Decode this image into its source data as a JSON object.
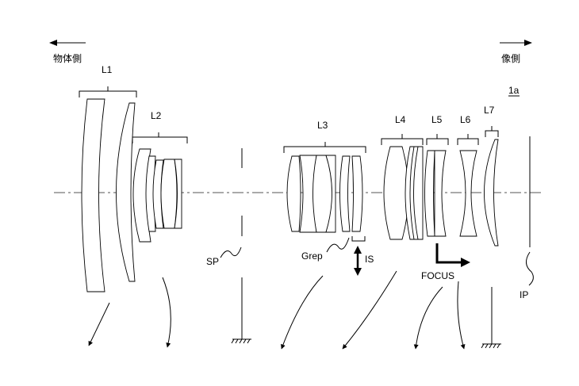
{
  "labels": {
    "object_side": "物体側",
    "image_side": "像側",
    "figure_id": "1a",
    "L1": "L1",
    "L2": "L2",
    "L3": "L3",
    "L4": "L4",
    "L5": "L5",
    "L6": "L6",
    "L7": "L7",
    "SP": "SP",
    "Grep": "Grep",
    "IS": "IS",
    "FOCUS": "FOCUS",
    "IP": "IP"
  },
  "colors": {
    "line": "#000000",
    "axis": "#555555",
    "background": "#ffffff"
  }
}
